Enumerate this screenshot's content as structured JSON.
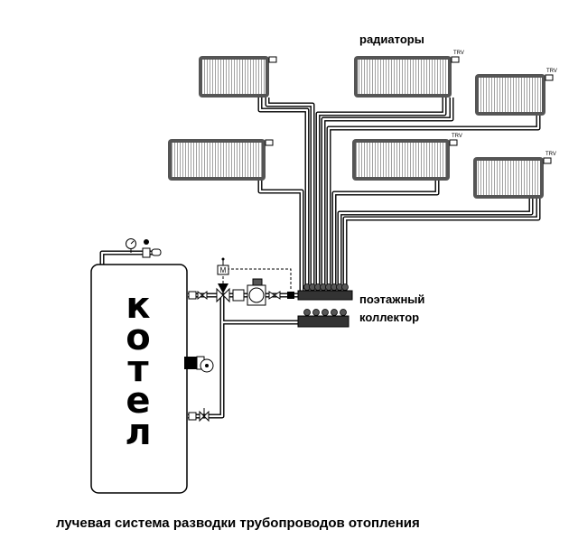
{
  "labels": {
    "radiators": "радиаторы",
    "collector_line1": "поэтажный",
    "collector_line2": "коллектор",
    "boiler_letters": [
      "к",
      "о",
      "т",
      "е",
      "л"
    ],
    "caption": "лучевая система разводки трубопроводов отопления",
    "trv": "TRV",
    "motor": "M"
  },
  "colors": {
    "line": "#000000",
    "pipe_fill": "#ffffff",
    "radiator_fill": "#ffffff",
    "background": "#ffffff"
  },
  "icons": [
    "pressure-gauge-icon",
    "safety-valve-icon",
    "three-way-valve-icon",
    "motor-icon",
    "pump-icon",
    "burner-fan-icon",
    "drain-valve-icon",
    "shutoff-valve-icon"
  ]
}
